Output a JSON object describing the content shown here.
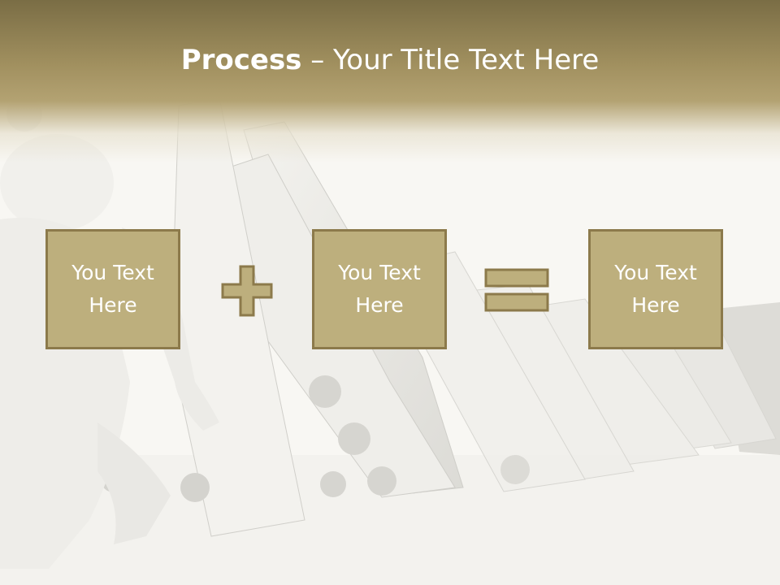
{
  "slide": {
    "title_bold": "Process",
    "title_rest": " – Your Title Text Here",
    "boxes": [
      {
        "label": "You Text\nHere"
      },
      {
        "label": "You Text\nHere"
      },
      {
        "label": "You Text\nHere"
      }
    ],
    "operators": [
      "plus-icon",
      "equals-icon"
    ],
    "colors": {
      "header": "#9d8c5c",
      "box_fill": "#bdaf7d",
      "box_border": "#8c7a4b",
      "text": "#ffffff",
      "background": "#f8f7f3"
    }
  }
}
